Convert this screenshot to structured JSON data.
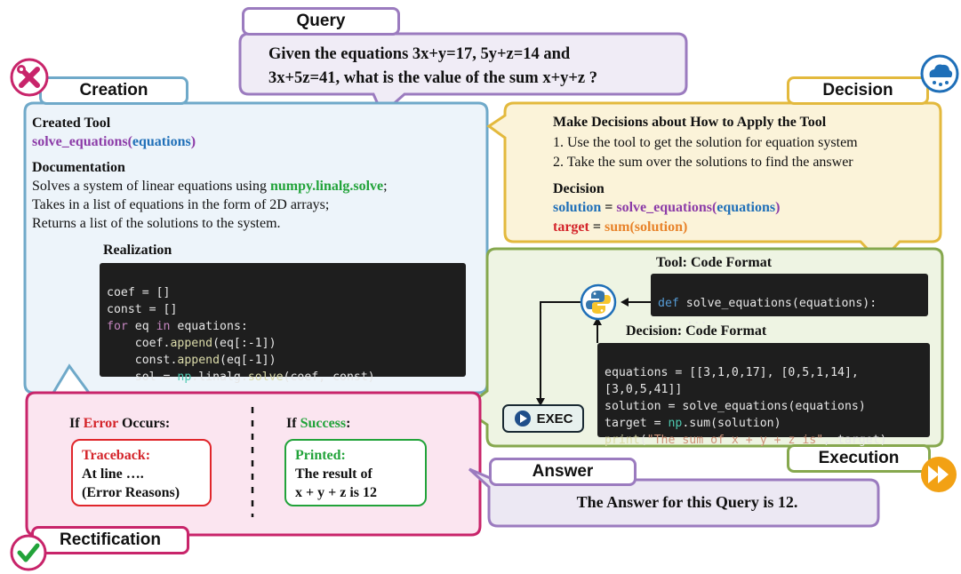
{
  "query": {
    "tab_label": "Query",
    "line1": "Given the equations 3x+y=17, 5y+z=14 and",
    "line2": "3x+5z=41, what is the value of the sum x+y+z ?"
  },
  "creation": {
    "tab_label": "Creation",
    "created_tool_heading": "Created Tool",
    "tool_name": "solve_equations",
    "tool_param": "equations",
    "documentation_heading": "Documentation",
    "doc_line1_pre": "Solves a system of linear equations using ",
    "doc_line1_fn": "numpy.linalg.solve",
    "doc_line1_post": ";",
    "doc_line2": "Takes in a list of equations in the form of 2D arrays;",
    "doc_line3": "Returns a list of the solutions to the system.",
    "realization_heading": "Realization",
    "code": {
      "l1a": "coef",
      "l1b": " = []",
      "l2a": "const",
      "l2b": " = []",
      "l3_for": "for",
      "l3_mid": " eq ",
      "l3_in": "in",
      "l3_end": " equations:",
      "l4a": "    coef.",
      "l4b": "append",
      "l4c": "(eq[:-1])",
      "l5a": "    const.",
      "l5b": "append",
      "l5c": "(eq[-1])",
      "l6a": "    sol = ",
      "l6b": "np",
      "l6c": ".linalg.",
      "l6d": "solve",
      "l6e": "(coef, const)"
    }
  },
  "decision": {
    "tab_label": "Decision",
    "heading": "Make Decisions about How to Apply the Tool",
    "step1": "1.   Use the tool to get the solution for equation system",
    "step2": "2.   Take the sum over the solutions to find the answer",
    "decision_heading": "Decision",
    "sol_var": "solution",
    "eq": " = ",
    "sol_fn": "solve_equations",
    "sol_arg": "equations",
    "target_var": "target",
    "target_fn": "sum",
    "target_arg": "solution"
  },
  "execution": {
    "tab_label": "Execution",
    "tool_code_heading": "Tool: Code Format",
    "tool_code_l1a": "def",
    "tool_code_l1b": " solve_equations",
    "tool_code_l1c": "(equations):",
    "tool_code_l2": "    ...",
    "decision_code_heading": "Decision: Code Format",
    "dc_l1": "equations = [[3,1,0,17], [0,5,1,14],",
    "dc_l2": "[3,0,5,41]]",
    "dc_l3a": "solution = ",
    "dc_l3b": "solve_equations",
    "dc_l3c": "(equations)",
    "dc_l4a": "target = ",
    "dc_l4b": "np",
    "dc_l4c": ".sum(solution)",
    "dc_l5a": "print",
    "dc_l5b": "(",
    "dc_l5c": "\"The sum of x + y + z is\"",
    "dc_l5d": ", target)",
    "exec_label": "EXEC"
  },
  "rectification": {
    "tab_label": "Rectification",
    "error_pre": "If ",
    "error_word": "Error",
    "error_post": " Occurs:",
    "traceback_title": "Traceback:",
    "traceback_l1": "At line ….",
    "traceback_l2": "(Error Reasons)",
    "success_pre": "If ",
    "success_word": "Success",
    "success_post": ":",
    "printed_title": "Printed:",
    "printed_l1": "The result of",
    "printed_l2": "x + y + z  is 12"
  },
  "answer": {
    "tab_label": "Answer",
    "text": "The Answer for this Query is 12."
  },
  "colors": {
    "query": "#9b7bbf",
    "creation": "#6fa9c9",
    "decision": "#e3b93d",
    "execution": "#86a84e",
    "rectification": "#c8246a",
    "answer": "#9b7bbf"
  },
  "icons": [
    "tools-icon",
    "thinking-cloud-icon",
    "python-icon",
    "play-icon",
    "fast-forward-icon",
    "checkmark-icon"
  ]
}
